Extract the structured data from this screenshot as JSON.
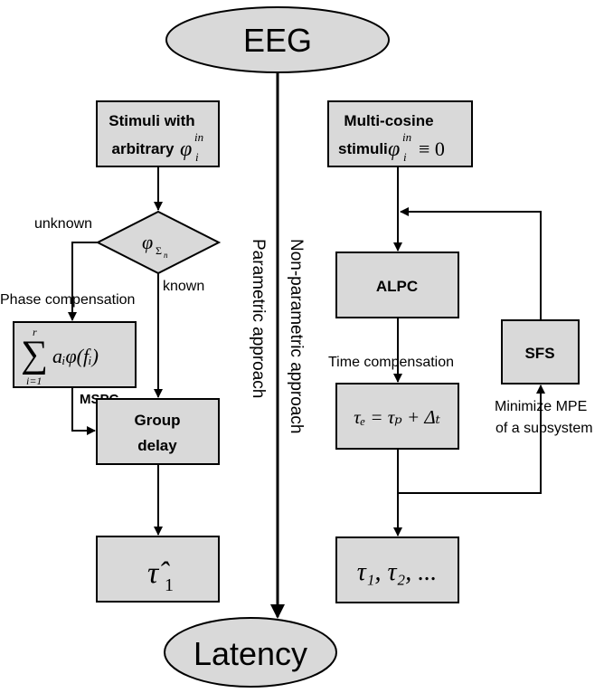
{
  "nodes": {
    "eeg": "EEG",
    "latency": "Latency",
    "stimuli_arbitrary": {
      "line1": "Stimuli with",
      "line2": "arbitrary",
      "symbol": "φ",
      "sup": "in",
      "sub": "i"
    },
    "multicosine": {
      "line1": "Multi-cosine",
      "line2": "stimuli",
      "symbol": "φ",
      "sup": "in",
      "sub": "i",
      "rel": "≡ 0"
    },
    "decision": {
      "symbol": "φ",
      "sub": "Σ",
      "subsub": "n"
    },
    "mspc_formula": {
      "sum_top": "r",
      "sum_bottom": "i=1",
      "body": "aᵢφ(fᵢ)"
    },
    "mspc_label": "MSPC",
    "group_delay": {
      "line1": "Group",
      "line2": "delay"
    },
    "tau_hat": {
      "symbol": "τ̂",
      "sub": "1"
    },
    "alpc": "ALPC",
    "sfs": "SFS",
    "tau_formula": "τₑ = τₚ + Δₜ",
    "tau_list": "τ₁, τ₂, ..."
  },
  "labels": {
    "unknown": "unknown",
    "known": "known",
    "phase_compensation": "Phase compensation",
    "time_compensation": "Time compensation",
    "minimize_line1": "Minimize MPE",
    "minimize_line2": "of a subsystem",
    "parametric": "Parametric approach",
    "non_parametric": "Non-parametric approach"
  }
}
